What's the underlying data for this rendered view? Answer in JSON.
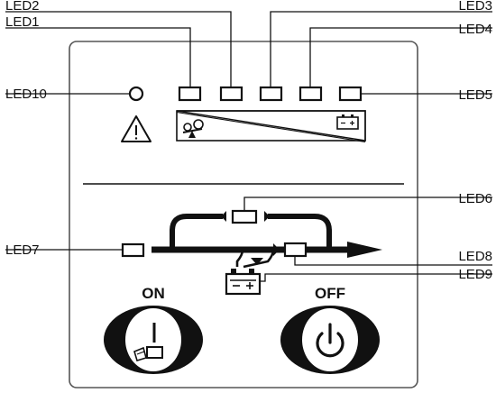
{
  "labels": {
    "led1": "LED1",
    "led2": "LED2",
    "led3": "LED3",
    "led4": "LED4",
    "led5": "LED5",
    "led6": "LED6",
    "led7": "LED7",
    "led8": "LED8",
    "led9": "LED9",
    "led10": "LED10"
  },
  "buttons": {
    "on_label": "ON",
    "off_label": "OFF"
  },
  "icons": [
    "warning-icon",
    "load-icon",
    "battery-icon",
    "on-icon",
    "power-icon"
  ],
  "colors": {
    "ink": "#111111",
    "panel_border": "#555555",
    "background": "#ffffff"
  }
}
